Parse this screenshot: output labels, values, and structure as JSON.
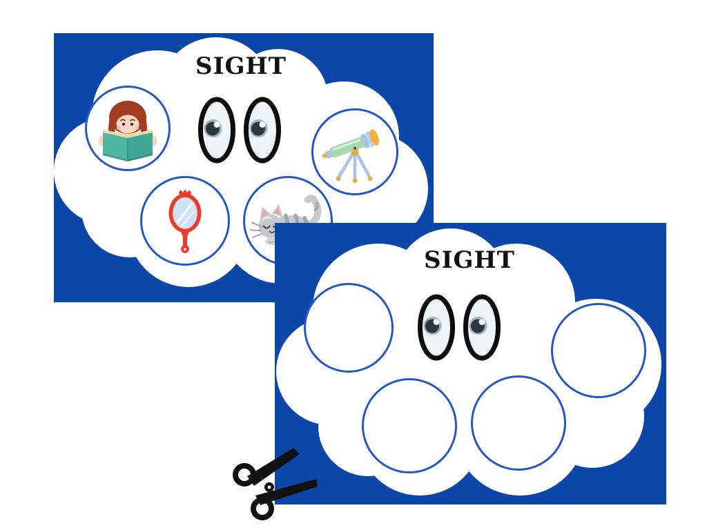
{
  "cards": [
    {
      "title": "SIGHT",
      "eyes_icon": "cartoon-eyes",
      "pictures": [
        "girl-reading-book",
        "telescope",
        "hand-mirror",
        "sleeping-cat"
      ]
    },
    {
      "title": "SIGHT",
      "eyes_icon": "cartoon-eyes",
      "empty_circle_count": 4
    }
  ],
  "cutout_mark": "scissors",
  "colors": {
    "card_background": "#0b47a8",
    "circle_outline": "#2456c5",
    "cloud": "#ffffff",
    "title_text": "#121212",
    "scissors": "#111111"
  }
}
